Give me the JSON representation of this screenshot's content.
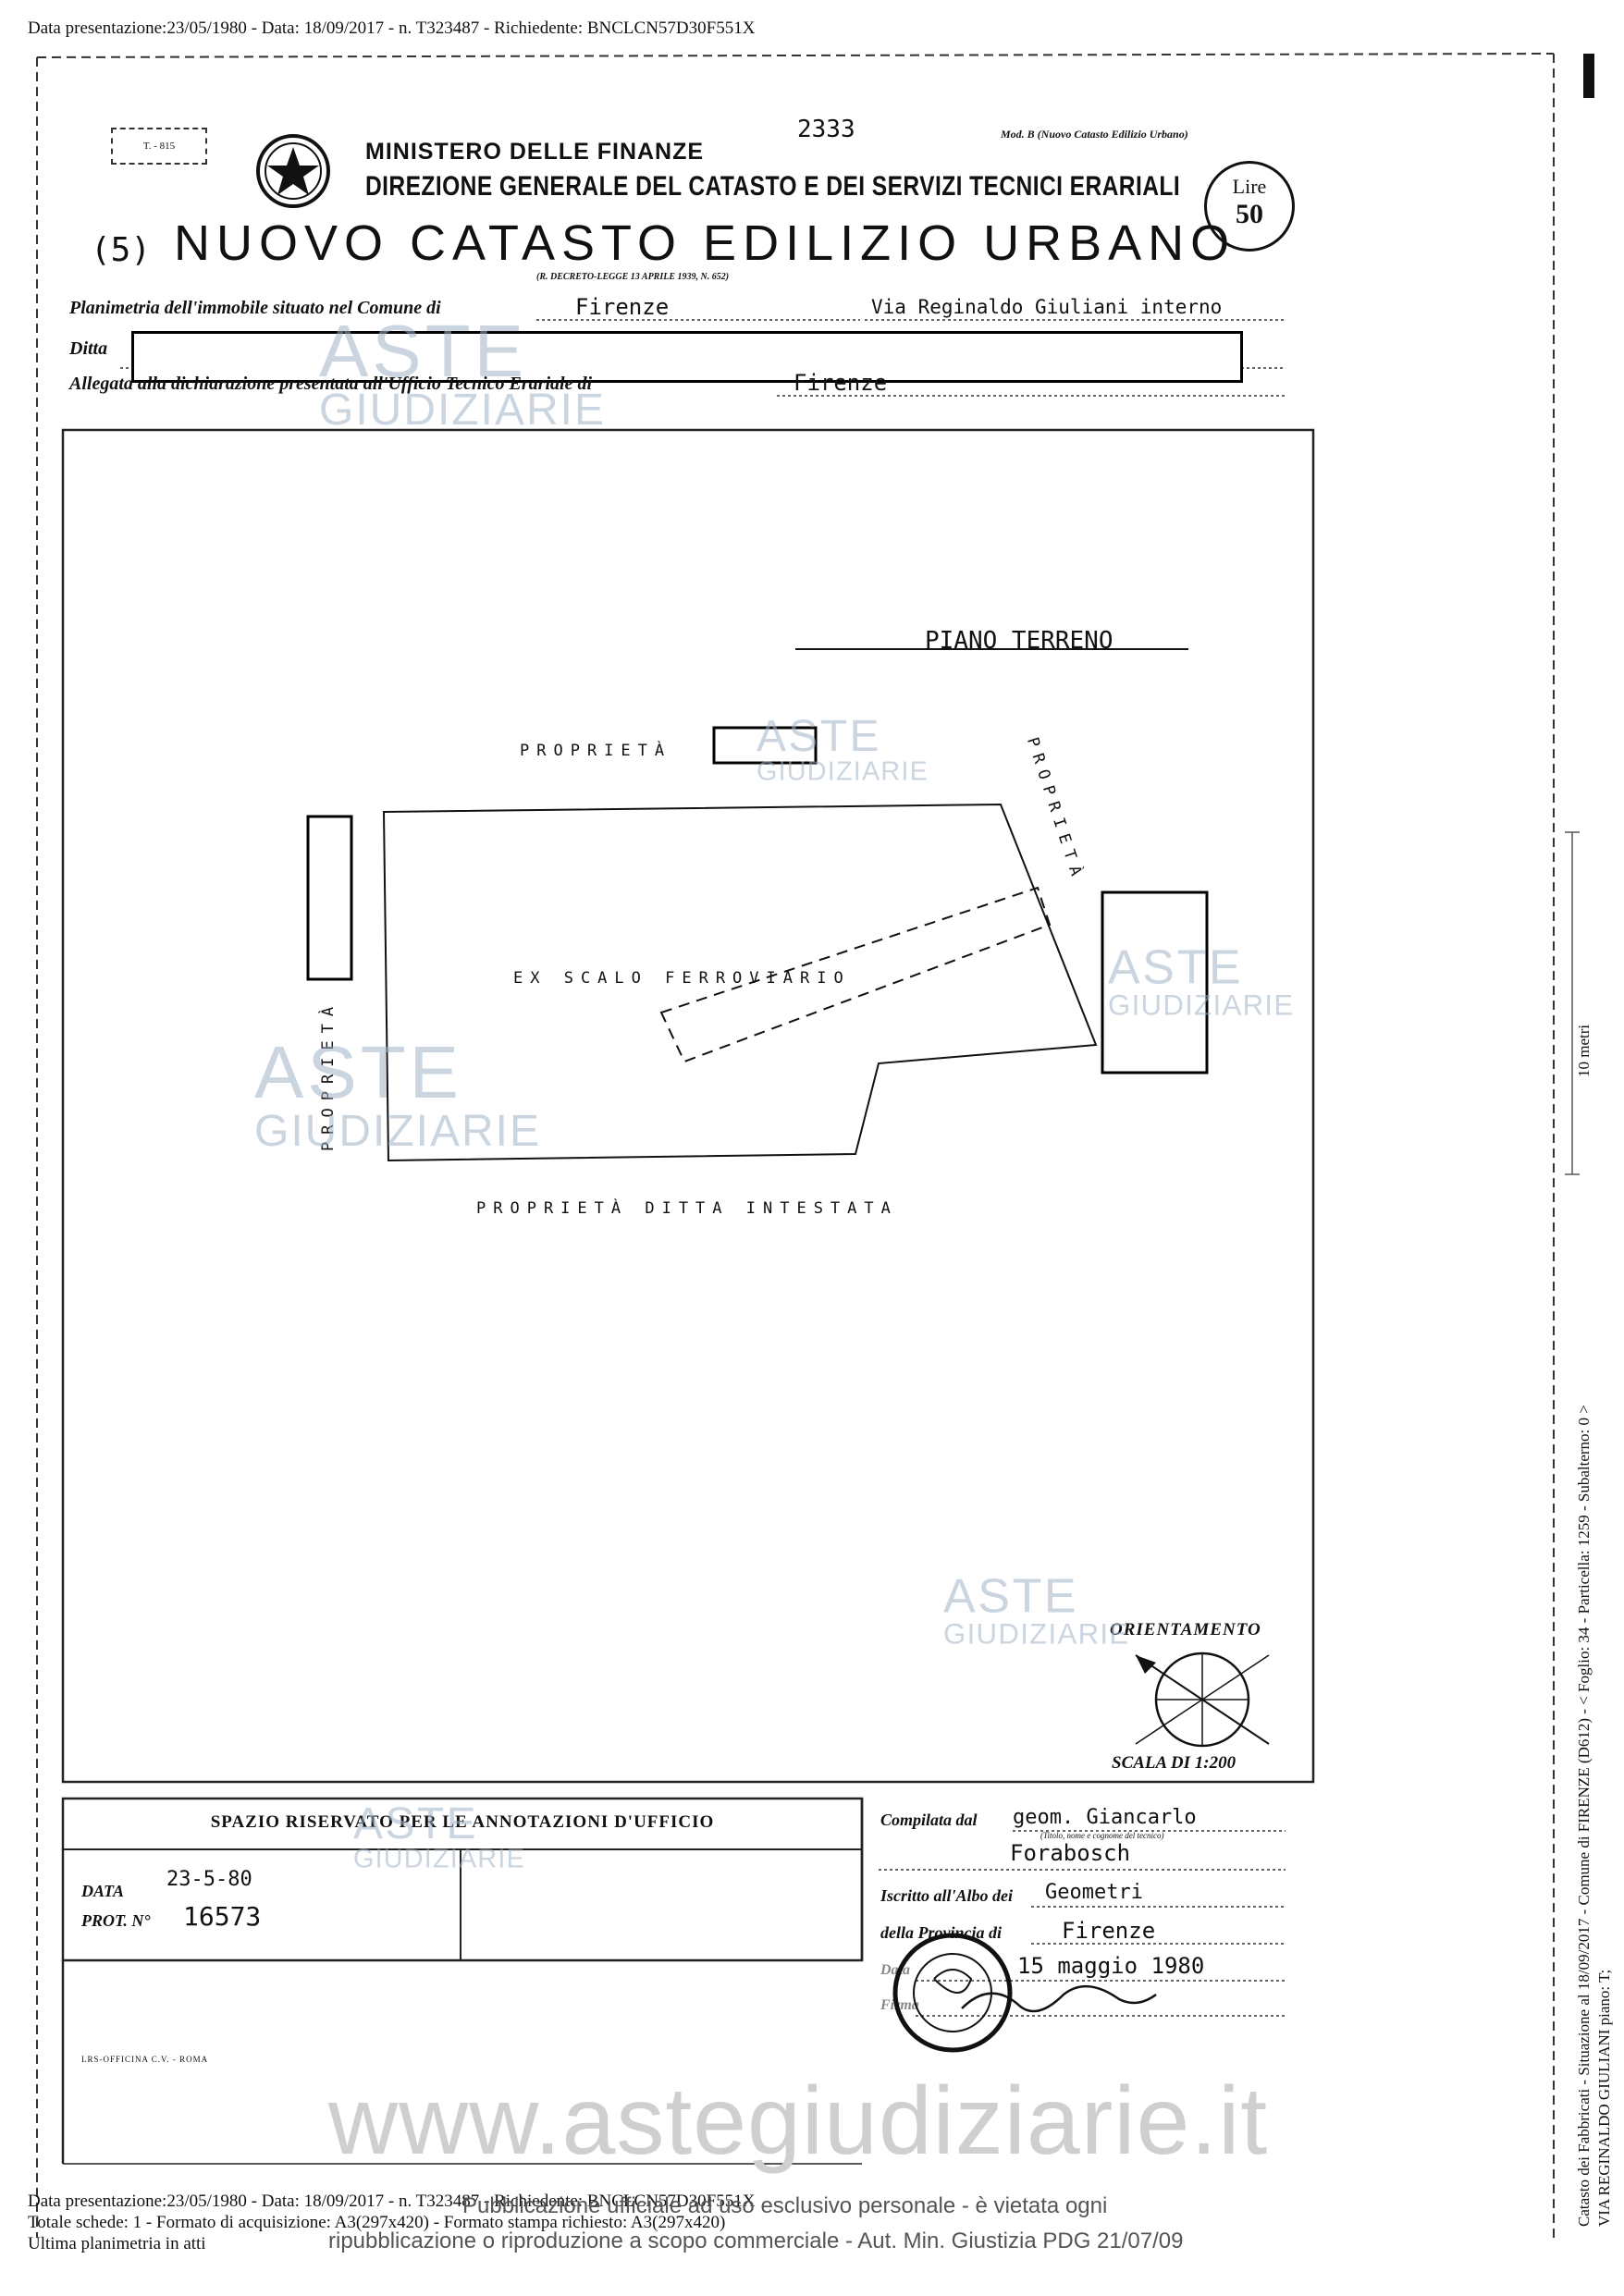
{
  "header": {
    "top_line": "Data presentazione:23/05/1980 - Data: 18/09/2017 - n. T323487 - Richiedente: BNCLCN57D30F551X"
  },
  "form": {
    "stamp_code": "T. - 815",
    "handwritten_number": "2333",
    "model": "Mod. B (Nuovo Catasto Edilizio Urbano)",
    "ministry": "MINISTERO DELLE FINANZE",
    "direction": "DIREZIONE GENERALE DEL CATASTO E DEI SERVIZI TECNICI ERARIALI",
    "lire_label": "Lire",
    "lire_value": "50",
    "sheet_mark": "(5)",
    "title": "NUOVO CATASTO EDILIZIO URBANO",
    "decree": "(R. DECRETO-LEGGE 13 APRILE 1939, N. 652)",
    "planimetria_label": "Planimetria dell'immobile situato nel Comune di",
    "comune": "Firenze",
    "via": "Via Reginaldo Giuliani interno",
    "ditta_label": "Ditta",
    "allegata_label": "Allegata alla dichiarazione presentata all'Ufficio Tecnico Erariale di",
    "allegata_city": "Firenze"
  },
  "plan": {
    "floor": "PIANO TERRENO",
    "labels": {
      "proprieta_top": "PROPRIETÀ",
      "proprieta_right": "PROPRIETÀ",
      "proprieta_left": "PROPRIETÀ",
      "ex_scalo": "EX SCALO FERROVIARIO",
      "proprieta_bottom": "PROPRIETÀ DITTA INTESTATA"
    },
    "orientamento": "ORIENTAMENTO",
    "scala": "SCALA DI 1:200"
  },
  "annotations": {
    "title": "SPAZIO RISERVATO PER LE ANNOTAZIONI D'UFFICIO",
    "data_label": "DATA",
    "data_value": "23-5-80",
    "prot_label": "PROT. N°",
    "prot_value": "16573",
    "printer": "LRS-OFFICINA C.V. - ROMA"
  },
  "compiler": {
    "compilata_label": "Compilata dal",
    "compilata_name": "geom. Giancarlo",
    "titolo_note": "(Titolo, nome e cognome del tecnico)",
    "surname": "Forabosch",
    "iscritto_label": "Iscritto all'Albo dei",
    "albo": "Geometri",
    "provincia_label": "della Provincia di",
    "provincia": "Firenze",
    "data_label": "Data",
    "date": "15 maggio 1980",
    "firma_label": "Firma"
  },
  "watermarks": {
    "aste": "ASTE",
    "giudiziarie": "GIUDIZIARIE",
    "url": "www.astegiudiziarie.it"
  },
  "footer": {
    "line1": "Data presentazione:23/05/1980 - Data: 18/09/2017 - n. T323487 - Richiedente: BNCLCN57D30F551X",
    "line2": "Totale schede: 1 - Formato di acquisizione: A3(297x420) - Formato stampa richiesto: A3(297x420)",
    "line3": "Ultima planimetria in atti",
    "pub1": "Pubblicazione ufficiale ad uso esclusivo personale - è vietata ogni",
    "pub2": "ripubblicazione o riproduzione a scopo commerciale - Aut. Min. Giustizia PDG 21/07/09"
  },
  "side": {
    "scale_label": "10 metri",
    "line1": "Catasto dei Fabbricati - Situazione al 18/09/2017 - Comune di FIRENZE (D612) - < Foglio: 34 - Particella: 1259 - Subalterno: 0 >",
    "line2": "VIA REGINALDO GIULIANI piano: T;"
  }
}
